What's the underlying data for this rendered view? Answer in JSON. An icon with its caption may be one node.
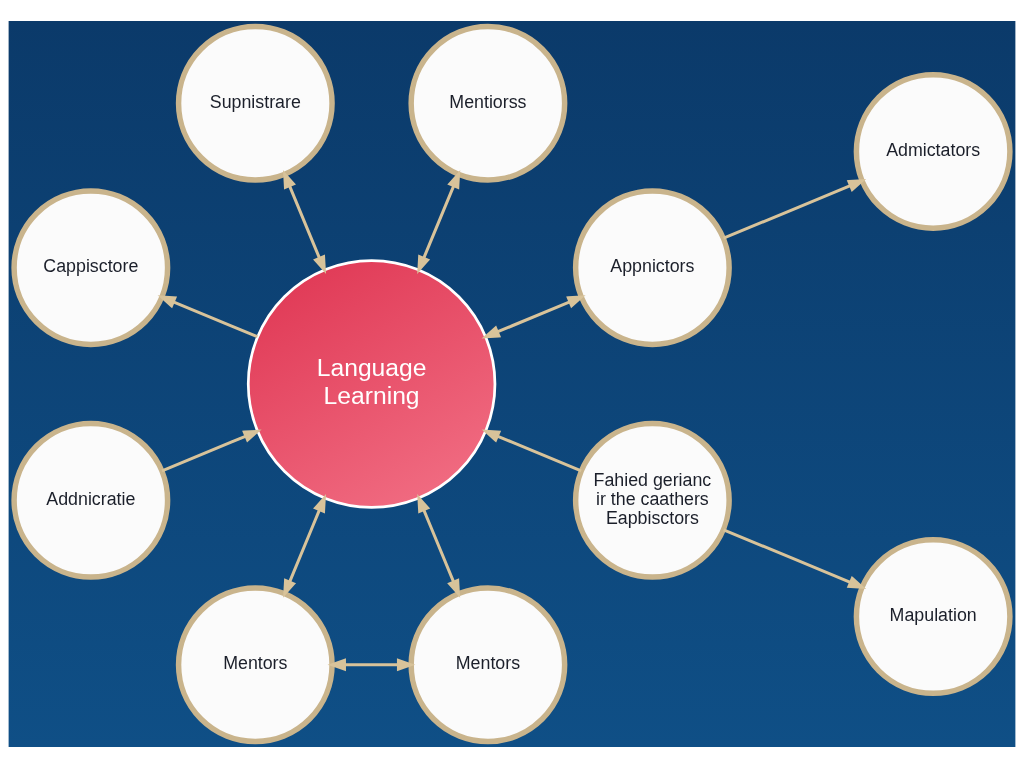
{
  "diagram": {
    "nodes": [
      {
        "text": [
          "Addnicratie"
        ]
      },
      {
        "text": [
          "Mentors"
        ]
      },
      {
        "text": [
          "Mentors"
        ]
      },
      {
        "text": [
          "Fahied gerianc ir the caathers",
          "Eapbisctors"
        ]
      },
      {
        "text": [
          "Language Learning"
        ]
      },
      {
        "text": [
          "Appnictors"
        ]
      },
      {
        "text": [
          "Mapulation"
        ]
      },
      {
        "text": [
          "Admictators"
        ]
      },
      {
        "text": [
          "Mentiorss"
        ]
      },
      {
        "text": [
          "Supnistrare"
        ]
      },
      {
        "text": [
          "Cappisctore"
        ]
      }
    ],
    "edges": [
      {
        "from": 0,
        "to": 4,
        "arrow": "to"
      },
      {
        "from": 1,
        "to": 2,
        "arrow": "both"
      },
      {
        "from": 1,
        "to": 4,
        "arrow": "both"
      },
      {
        "from": 2,
        "to": 4,
        "arrow": "both"
      },
      {
        "from": 3,
        "to": 4,
        "arrow": "to"
      },
      {
        "from": 3,
        "to": 6,
        "arrow": "to"
      },
      {
        "from": 4,
        "to": 5,
        "arrow": "both"
      },
      {
        "from": 5,
        "to": 7,
        "arrow": "to"
      },
      {
        "from": 4,
        "to": 8,
        "arrow": "both"
      },
      {
        "from": 4,
        "to": 9,
        "arrow": "both"
      },
      {
        "from": 4,
        "to": 10,
        "arrow": "to"
      }
    ]
  }
}
